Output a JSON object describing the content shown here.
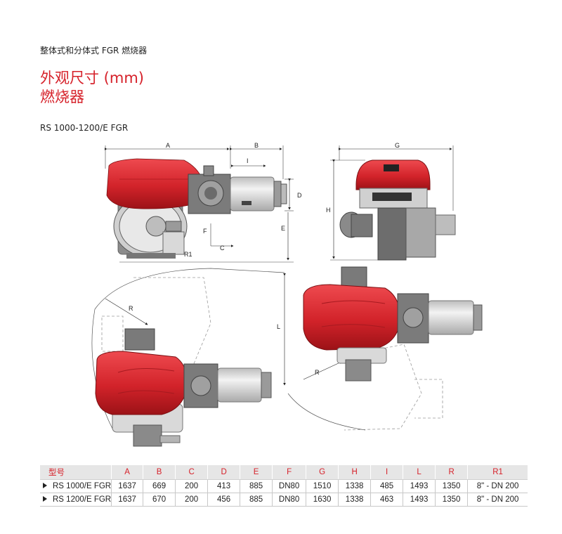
{
  "supertitle": "整体式和分体式 FGR 燃烧器",
  "title_line1": "外观尺寸 (mm)",
  "title_line2": "燃烧器",
  "model_heading": "RS 1000-1200/E FGR",
  "dimension_labels": {
    "A": "A",
    "B": "B",
    "C": "C",
    "D": "D",
    "E": "E",
    "F": "F",
    "G": "G",
    "H": "H",
    "I": "I",
    "L": "L",
    "R": "R",
    "R1": "R1"
  },
  "colors": {
    "accent": "#d6212a",
    "burner_red": "#d2232a",
    "header_bg": "#e6e6e6"
  },
  "table": {
    "headers": [
      "型号",
      "A",
      "B",
      "C",
      "D",
      "E",
      "F",
      "G",
      "H",
      "I",
      "L",
      "R",
      "R1"
    ],
    "rows": [
      [
        "RS 1000/E FGR",
        "1637",
        "669",
        "200",
        "413",
        "885",
        "DN80",
        "1510",
        "1338",
        "485",
        "1493",
        "1350",
        "8\" - DN 200"
      ],
      [
        "RS 1200/E FGR",
        "1637",
        "670",
        "200",
        "456",
        "885",
        "DN80",
        "1630",
        "1338",
        "463",
        "1493",
        "1350",
        "8\" - DN 200"
      ]
    ]
  }
}
